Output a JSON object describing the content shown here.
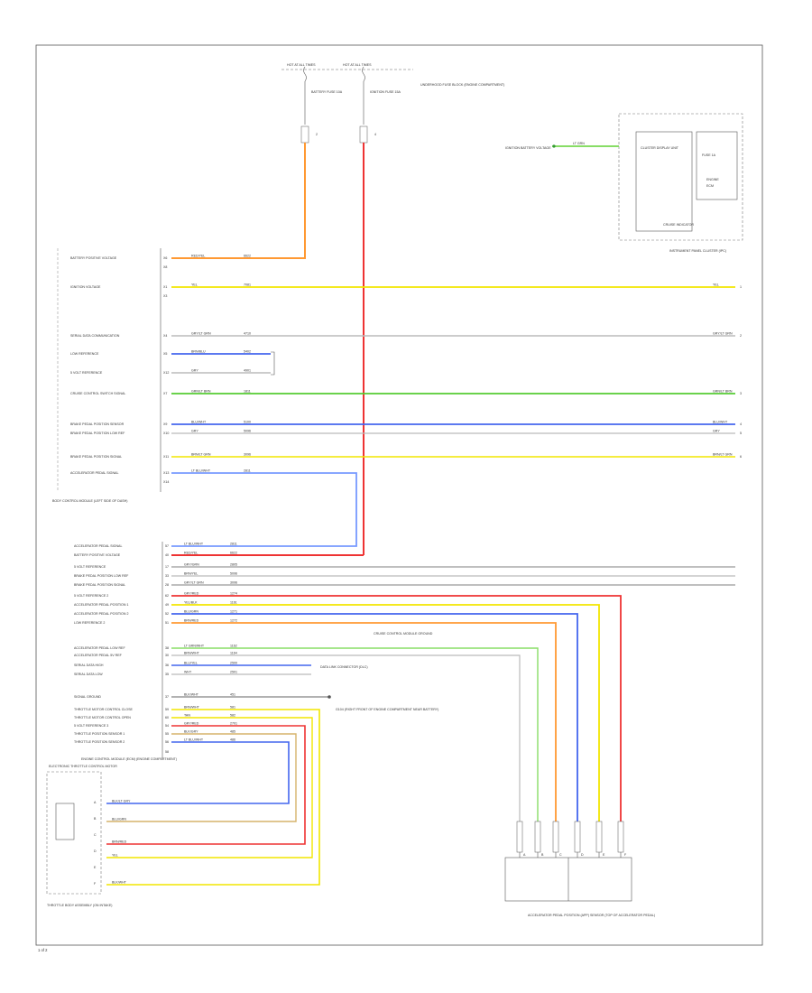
{
  "diagram_title": "",
  "page_marker": "1 of 2",
  "colors": {
    "red": "#ee3333",
    "orange": "#ff9933",
    "yellow": "#f2e600",
    "green": "#55cc33",
    "light_green": "#88dd66",
    "blue": "#4466ee",
    "light_blue": "#7799ff",
    "gray": "#999999",
    "dark_gray": "#666666",
    "light_gray": "#bbbbbb",
    "tan": "#d6b46b",
    "dark_green": "#339933",
    "border": "#555555"
  },
  "fuses": [
    {
      "header": "HOT AT ALL TIMES",
      "name": "BATTERY FUSE 10A",
      "pin": "2"
    },
    {
      "header": "HOT AT ALL TIMES",
      "name": "IGNITION FUSE 15A",
      "pin": "4"
    }
  ],
  "fuse_block_label": "UNDERHOOD FUSE BLOCK (ENGINE COMPARTMENT)",
  "upper_module": {
    "label": "BODY CONTROL MODULE (LEFT SIDE OF DASH)",
    "pins": [
      {
        "label": "BATTERY POSITIVE VOLTAGE",
        "pin": "X6",
        "wire": "RED/YEL",
        "circuit": "6622"
      },
      {
        "label": "",
        "pin": "X8",
        "wire": "",
        "circuit": ""
      },
      {
        "label": "IGNITION VOLTAGE",
        "pin": "X1",
        "wire": "YEL",
        "circuit": "7081"
      },
      {
        "label": "",
        "pin": "X3",
        "wire": "",
        "circuit": ""
      },
      {
        "label": "SERIAL DATA COMMUNICATION",
        "pin": "X4",
        "wire": "GRY/LT GRN",
        "circuit": "4710"
      },
      {
        "label": "LOW REFERENCE",
        "pin": "X5",
        "wire": "BRN/BLU",
        "circuit": "5402"
      },
      {
        "label": "5 VOLT REFERENCE",
        "pin": "X12",
        "wire": "GRY",
        "circuit": "4901"
      },
      {
        "label": "CRUISE CONTROL SWITCH SIGNAL",
        "pin": "X7",
        "wire": "GRN/LT BRN",
        "circuit": "1811"
      },
      {
        "label": "BRAKE PEDAL POSITION SENSOR",
        "pin": "X9",
        "wire": "BLU/WHT",
        "circuit": "5100"
      },
      {
        "label": "BRAKE PEDAL POSITION LOW REF",
        "pin": "X10",
        "wire": "GRY",
        "circuit": "5096"
      },
      {
        "label": "BRAKE PEDAL POSITION SIGNAL",
        "pin": "X11",
        "wire": "BRN/LT GRN",
        "circuit": "3096"
      },
      {
        "label": "ACCELERATOR PEDAL SIGNAL",
        "pin": "X13",
        "wire": "LT BLU/WHT",
        "circuit": "2811"
      },
      {
        "label": "",
        "pin": "X14",
        "wire": "",
        "circuit": ""
      }
    ]
  },
  "cluster_module": {
    "label": "INSTRUMENT PANEL CLUSTER (IPC)",
    "inner_label": "CLUSTER DISPLAY UNIT",
    "sub_label": "CRUISE INDICATOR",
    "fuse_note": "FUSE 1A",
    "input_label": "IGNITION BATTERY VOLTAGE",
    "input_wire": "LT GRN",
    "right_block_title": "ENGINE",
    "right_block_sub": "ECM"
  },
  "right_connectors": [
    {
      "wire": "YEL",
      "pin": "1"
    },
    {
      "wire": "GRY/LT GRN",
      "pin": "2"
    },
    {
      "wire": "GRN/LT BRN",
      "pin": "3"
    },
    {
      "wire": "BLU/WHT",
      "pin": "4"
    },
    {
      "wire": "GRY",
      "pin": "5"
    },
    {
      "wire": "BRN/LT GRN",
      "pin": "6"
    }
  ],
  "pcm_ground_label": "CRUISE CONTROL MODULE GROUND",
  "lower_module": {
    "label": "ENGINE CONTROL MODULE (ECM) (ENGINE COMPARTMENT)",
    "pins": [
      {
        "label": "ACCELERATOR PEDAL SIGNAL",
        "pin": "57",
        "wire": "LT BLU/WHT",
        "circuit": "2811"
      },
      {
        "label": "BATTERY POSITIVE VOLTAGE",
        "pin": "40",
        "wire": "RED/YEL",
        "circuit": "6622"
      },
      {
        "label": "5 VOLT REFERENCE",
        "pin": "17",
        "wire": "GRY/GRN",
        "circuit": "2805"
      },
      {
        "label": "BRAKE PEDAL POSITION LOW REF",
        "pin": "33",
        "wire": "BRN/YEL",
        "circuit": "5096"
      },
      {
        "label": "BRAKE PEDAL POSITION SIGNAL",
        "pin": "28",
        "wire": "GRY/LT GRN",
        "circuit": "3096"
      },
      {
        "label": "5 VOLT REFERENCE 2",
        "pin": "62",
        "wire": "GRY/RED",
        "circuit": "1274"
      },
      {
        "label": "ACCELERATOR PEDAL POSITION 1",
        "pin": "49",
        "wire": "YEL/BLK",
        "circuit": "1161"
      },
      {
        "label": "ACCELERATOR PEDAL POSITION 2",
        "pin": "52",
        "wire": "BLU/GRN",
        "circuit": "1271"
      },
      {
        "label": "LOW REFERENCE 2",
        "pin": "51",
        "wire": "BRN/RED",
        "circuit": "1272"
      },
      {
        "label": "ACCELERATOR PEDAL LOW REF",
        "pin": "38",
        "wire": "LT GRN/WHT",
        "circuit": "1162"
      },
      {
        "label": "ACCELERATOR PEDAL 5V REF",
        "pin": "30",
        "wire": "BRN/WHT",
        "circuit": "1164"
      },
      {
        "label": "SERIAL DATA HIGH",
        "pin": "36",
        "wire": "BLU/YEL",
        "circuit": "2500"
      },
      {
        "label": "SERIAL DATA LOW",
        "pin": "35",
        "wire": "WHT",
        "circuit": "2501"
      },
      {
        "label": "SIGNAL GROUND",
        "pin": "37",
        "wire": "BLK/WHT",
        "circuit": "451"
      },
      {
        "label": "THROTTLE MOTOR CONTROL CLOSE",
        "pin": "59",
        "wire": "BRN/WHT",
        "circuit": "581"
      },
      {
        "label": "THROTTLE MOTOR CONTROL OPEN",
        "pin": "60",
        "wire": "TAN",
        "circuit": "582"
      },
      {
        "label": "5 VOLT REFERENCE 3",
        "pin": "54",
        "wire": "GRY/RED",
        "circuit": "2701"
      },
      {
        "label": "THROTTLE POSITION SENSOR 1",
        "pin": "55",
        "wire": "BLK/GRY",
        "circuit": "485"
      },
      {
        "label": "THROTTLE POSITION SENSOR 2",
        "pin": "56",
        "wire": "LT BLU/WHT",
        "circuit": "486"
      },
      {
        "label": "",
        "pin": "58",
        "wire": "",
        "circuit": ""
      }
    ]
  },
  "splice_label": "DATA LINK CONNECTOR (DLC)",
  "ground_label": "G104 (RIGHT FRONT OF ENGINE COMPARTMENT NEAR BATTERY)",
  "throttle_body": {
    "label": "THROTTLE BODY ASSEMBLY (ON INTAKE)",
    "inner_label": "ELECTRONIC THROTTLE CONTROL MOTOR",
    "wires": [
      "BLK/LT GRY",
      "BLU/GRN",
      "BRN/RED",
      "YEL",
      "BLK/WHT"
    ],
    "pins": [
      "A",
      "B",
      "C",
      "D",
      "E",
      "F"
    ]
  },
  "pedal_assembly": {
    "label": "ACCELERATOR PEDAL POSITION (APP) SENSOR (TOP OF ACCELERATOR PEDAL)",
    "pins": [
      "A",
      "B",
      "C",
      "D",
      "E",
      "F"
    ]
  }
}
